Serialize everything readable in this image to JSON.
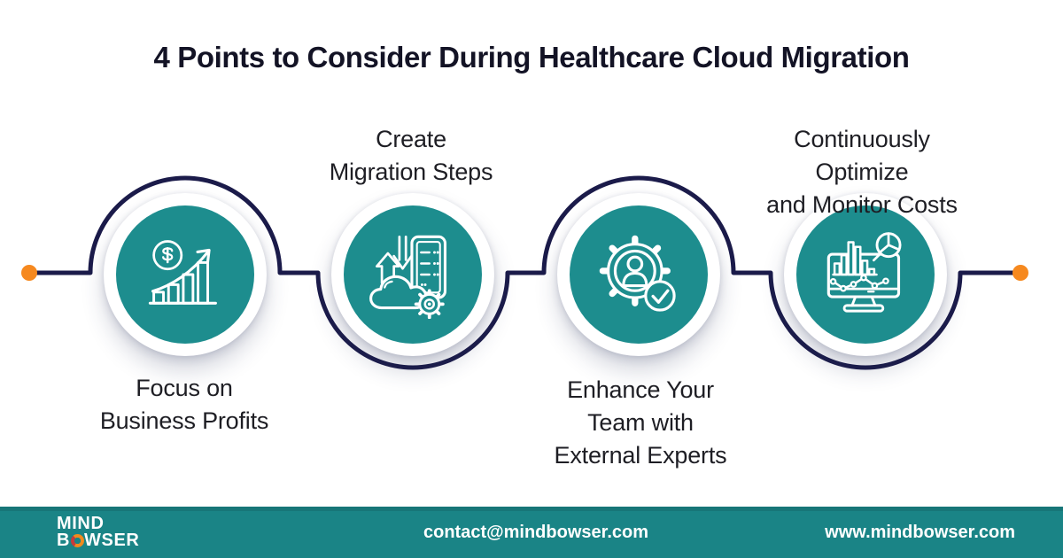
{
  "title": "4 Points to Consider During Healthcare Cloud Migration",
  "steps": [
    {
      "label": "Focus on\nBusiness Profits",
      "icon": "growth-chart-icon",
      "label_position": "below"
    },
    {
      "label": "Create\nMigration Steps",
      "icon": "server-migration-icon",
      "label_position": "above"
    },
    {
      "label": "Enhance Your\nTeam with\nExternal Experts",
      "icon": "team-gear-icon",
      "label_position": "below"
    },
    {
      "label": "Continuously Optimize\nand Monitor Costs",
      "icon": "analytics-monitor-icon",
      "label_position": "above"
    }
  ],
  "footer": {
    "logo": {
      "line1": "MIND",
      "line2_pre": "B",
      "line2_post": "WSER"
    },
    "email": "contact@mindbowser.com",
    "website": "www.mindbowser.com"
  },
  "colors": {
    "circle_teal": "#1d8d8e",
    "footer_teal": "#1a8486",
    "connector_navy": "#1b1b4a",
    "endpoint_orange": "#f6891f",
    "title_text": "#131325",
    "label_text": "#1e1e24",
    "icon_stroke": "#ffffff"
  }
}
